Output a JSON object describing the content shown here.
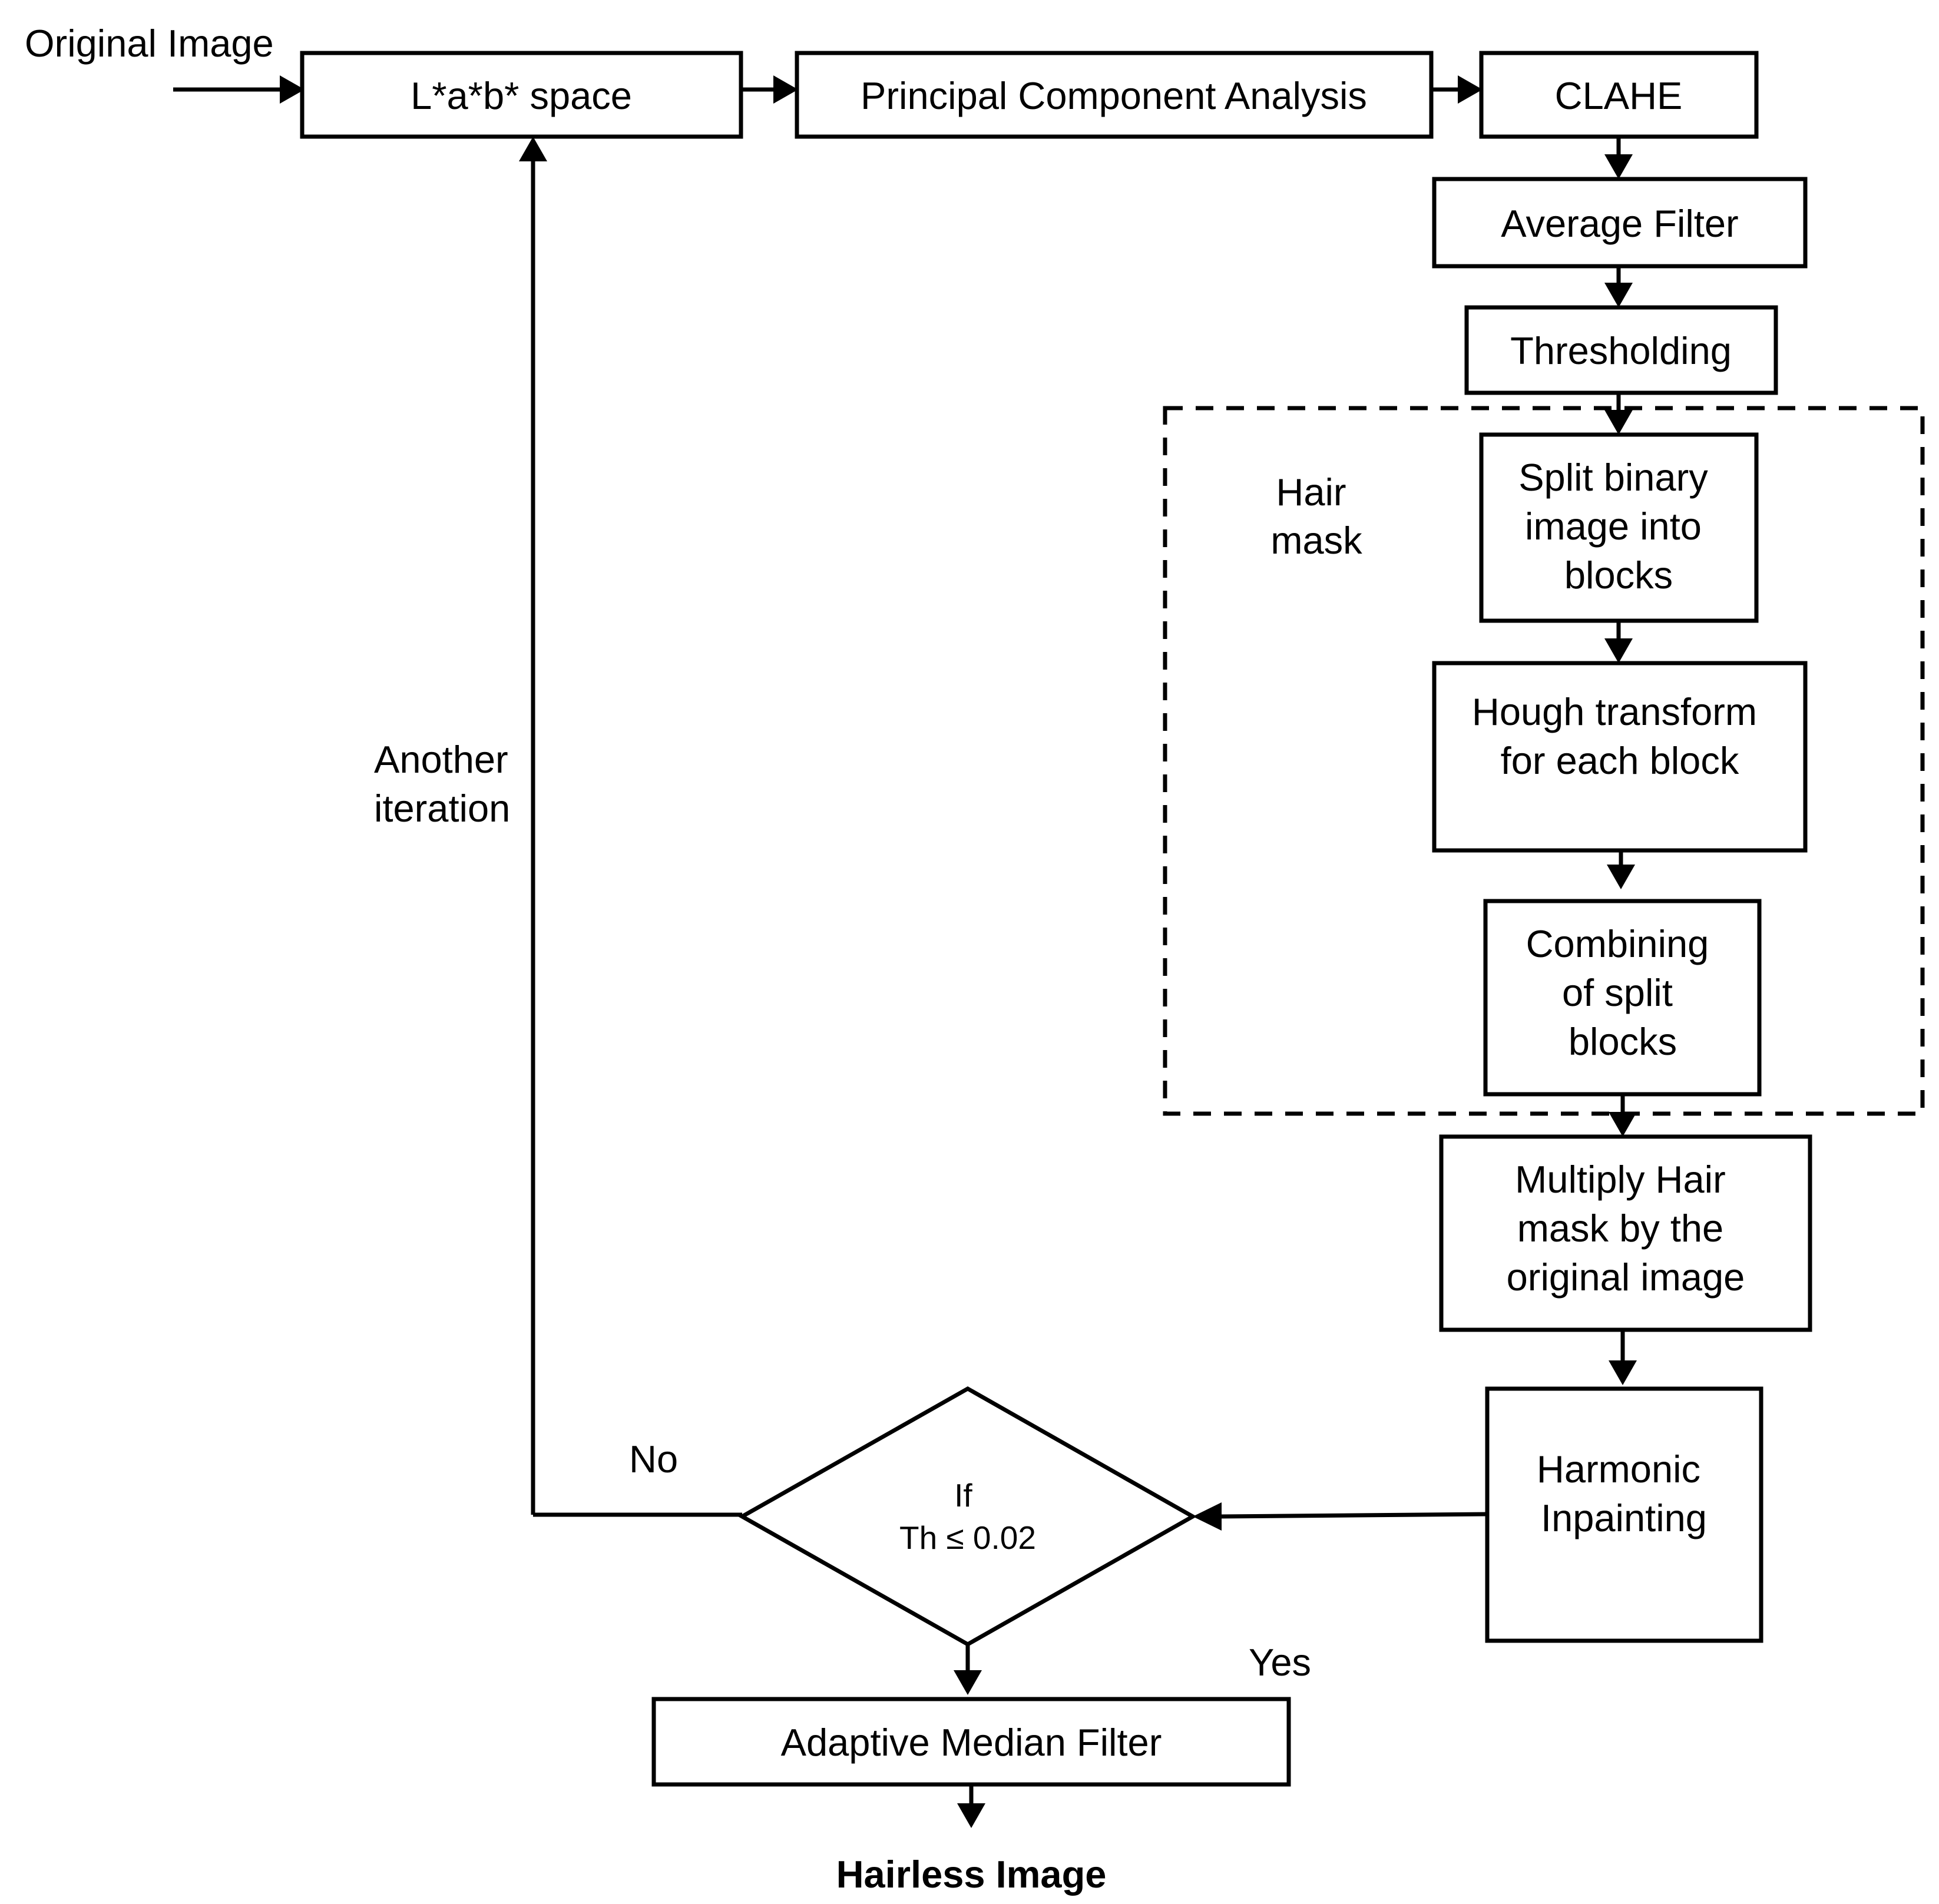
{
  "input_label": "Original Image",
  "output_label": "Hairless Image",
  "steps": {
    "lab": "L*a*b* space",
    "pca": "Principal Component Analysis",
    "clahe": "CLAHE",
    "average": "Average Filter",
    "threshold": "Thresholding",
    "split": [
      "Split binary",
      "image into",
      "blocks"
    ],
    "hough": [
      "Hough transform",
      "for each block"
    ],
    "combine": [
      "Combining",
      "of split",
      "blocks"
    ],
    "multiply": [
      "Multiply Hair",
      "mask by the",
      "original image"
    ],
    "inpaint": [
      "Harmonic",
      "Inpainting"
    ],
    "median": "Adaptive Median Filter"
  },
  "hair_mask_group": [
    "Hair",
    "mask"
  ],
  "decision": [
    "If",
    "Th ≤ 0.02"
  ],
  "branch_no": "No",
  "branch_yes": "Yes",
  "loop_label": [
    "Another",
    "iteration"
  ]
}
